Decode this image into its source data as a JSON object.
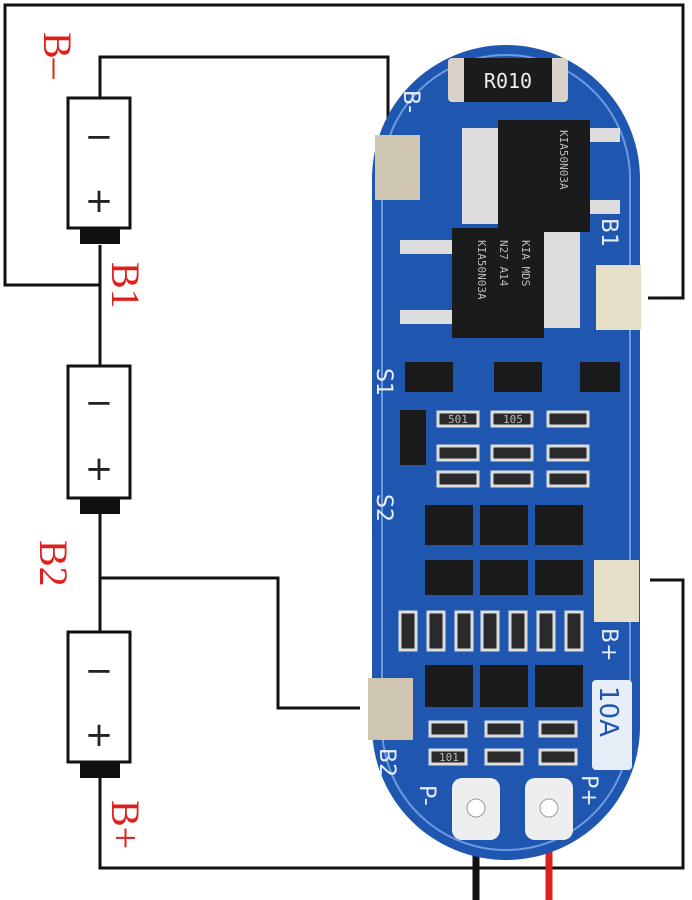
{
  "labels": {
    "b_minus": "B–",
    "b1": "B1",
    "b2": "B2",
    "b_plus": "B+"
  },
  "battery": {
    "minus": "−",
    "plus": "+"
  },
  "board": {
    "shunt": "R010",
    "pad_b_minus": "B-",
    "pad_b1": "B1",
    "pad_b2": "B2",
    "pad_b_plus": "B+",
    "rating": "10A",
    "p_minus": "P-",
    "p_plus": "P+",
    "s1": "S1",
    "s2": "S2",
    "mosfet_text": [
      "KIA50N03A",
      "N27 A14",
      "KIA MDS"
    ],
    "resistors": [
      "501",
      "105",
      "101"
    ],
    "colors": {
      "pcb": "#1f56b0",
      "wire_red": "#e0201c",
      "label_red": "#e0201c"
    }
  }
}
